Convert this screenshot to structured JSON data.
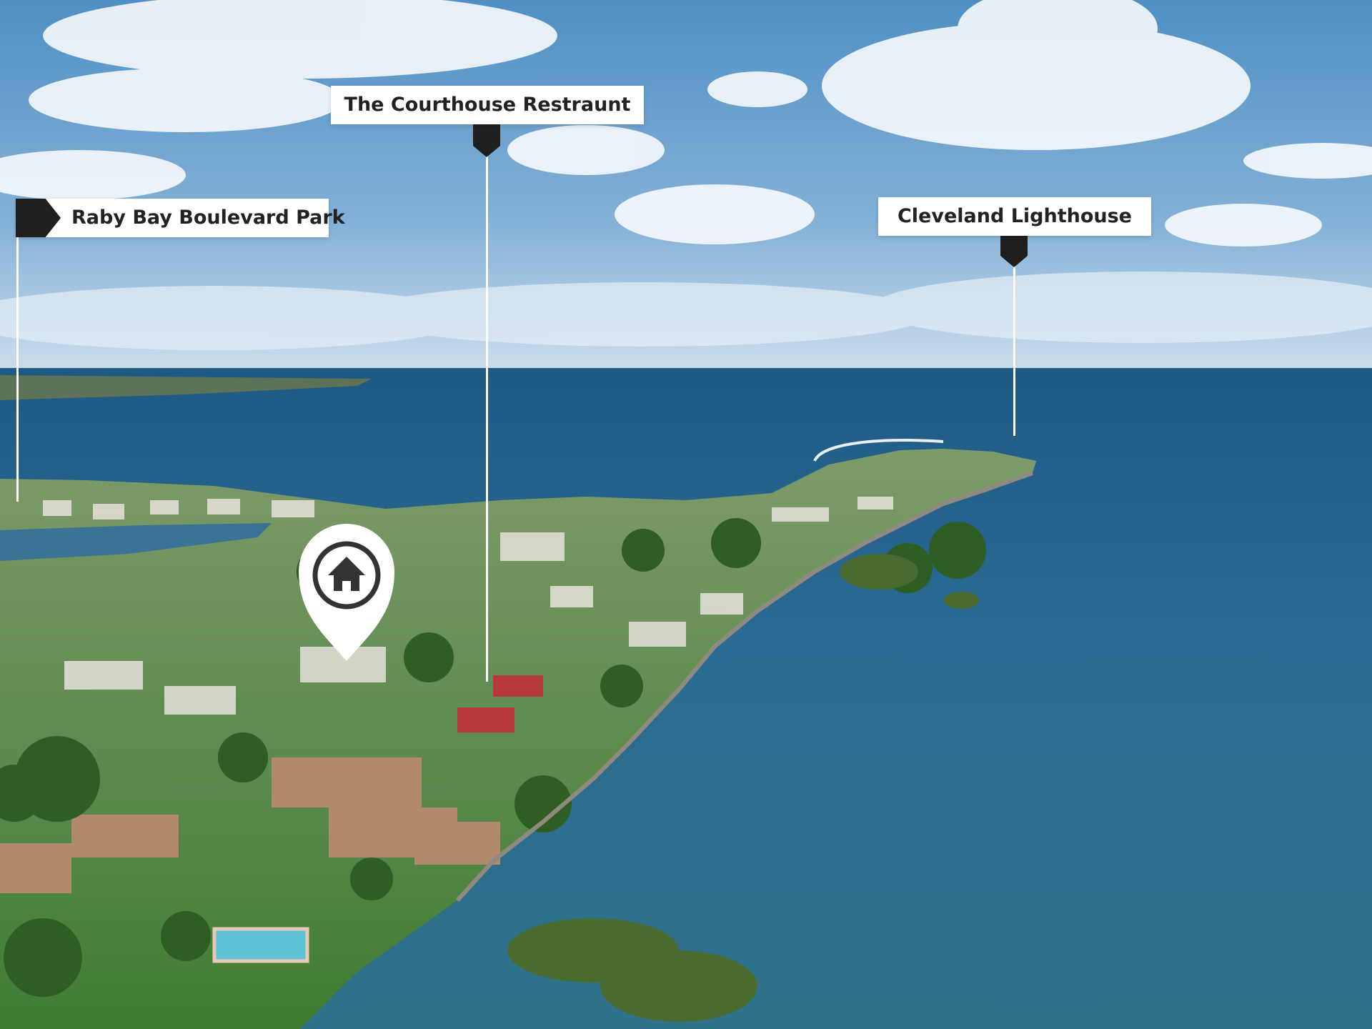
{
  "landmarks": [
    {
      "label": "Raby Bay Boulevard Park"
    },
    {
      "label": "The Courthouse Restraunt"
    },
    {
      "label": "Cleveland Lighthouse"
    }
  ],
  "property_marker": {
    "icon": "house-icon"
  },
  "colors": {
    "sky": "#5f98c6",
    "ocean": "#2a6790",
    "label_background": "#ffffff",
    "label_text": "#222222",
    "pointer": "#1f1f1f"
  }
}
